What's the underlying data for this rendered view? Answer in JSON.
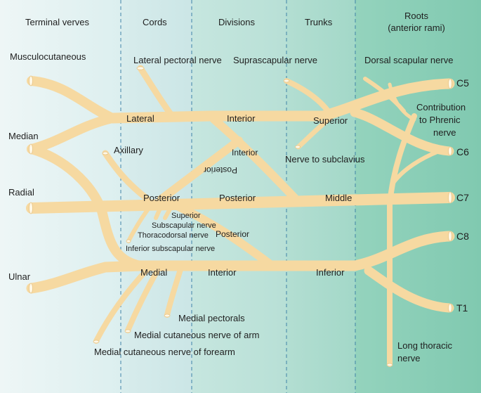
{
  "colors": {
    "nerve": "#f6d9a1",
    "nerve_end": "#fff8e6",
    "divider": "#3f83a8",
    "columns": [
      "#e8f3f3",
      "#d5ebeb",
      "#c1e4dd",
      "#acdccf",
      "#8dd1bb"
    ]
  },
  "headers": {
    "terminal": "Terminal verves",
    "cords": "Cords",
    "divisions": "Divisions",
    "trunks": "Trunks",
    "roots_line1": "Roots",
    "roots_line2": "(anterior rami)"
  },
  "roots": [
    "C5",
    "C6",
    "C7",
    "C8",
    "T1"
  ],
  "terminal_nerves": {
    "musculocutaneous": "Musculocutaneous",
    "median": "Median",
    "radial": "Radial",
    "ulnar": "Ulnar",
    "axillary": "Axillary"
  },
  "cords": {
    "lateral": "Lateral",
    "posterior": "Posterior",
    "medial": "Medial"
  },
  "divisions": {
    "interior_upper": "Interior",
    "interior_middle": "Interior",
    "posterior_middle": "Posterior",
    "posterior_flipped": "Posterior",
    "posterior_lower": "Posterior",
    "interior_lower": "Interior"
  },
  "trunks": {
    "superior": "Superior",
    "middle": "Middle",
    "inferior": "Inferior"
  },
  "branches": {
    "lateral_pectoral": "Lateral pectoral nerve",
    "suprascapular": "Suprascapular nerve",
    "dorsal_scapular": "Dorsal scapular nerve",
    "phrenic_line1": "Contribution",
    "phrenic_line2": "to Phrenic",
    "phrenic_line3": "nerve",
    "subclavius": "Nerve to subclavius",
    "superior_subscapular_line1": "Superior",
    "superior_subscapular_line2": "Subscapular nerve",
    "thoracodorsal": "Thoracodorsal nerve",
    "inferior_subscapular": "Inferior subscapular nerve",
    "medial_pectorals": "Medial pectorals",
    "medial_cutaneous_arm": "Medial cutaneous nerve of arm",
    "medial_cutaneous_forearm": "Medial cutaneous nerve of forearm",
    "long_thoracic_line1": "Long thoracic",
    "long_thoracic_line2": "nerve"
  }
}
